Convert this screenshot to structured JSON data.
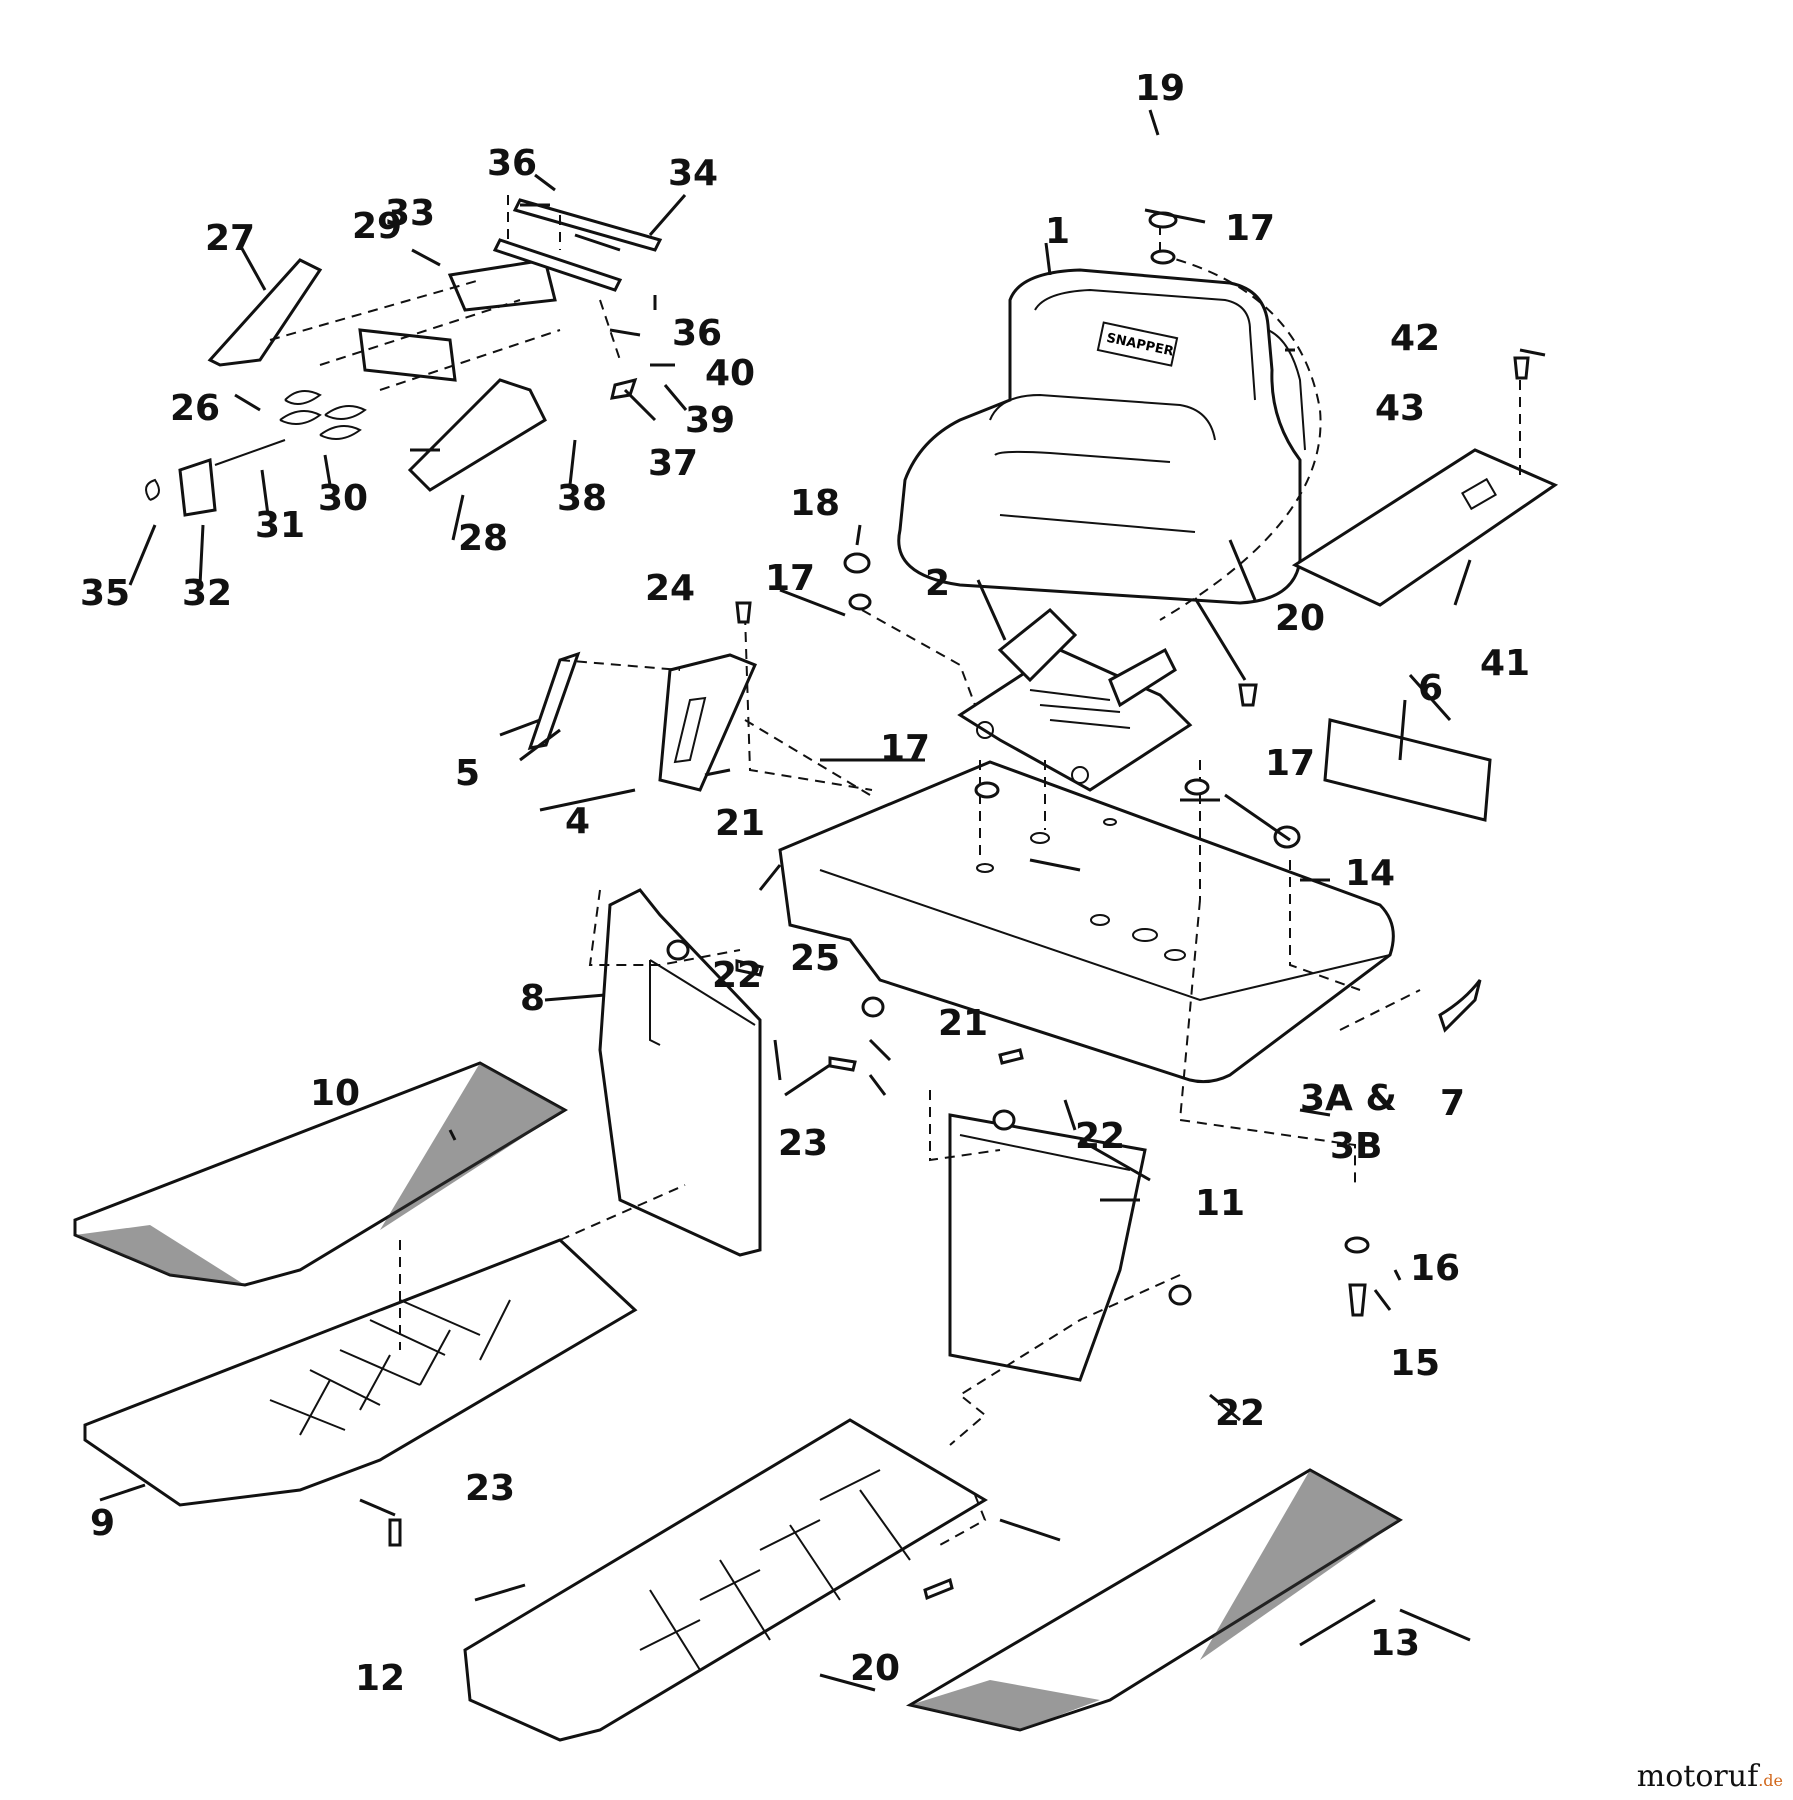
{
  "callouts": [
    "1",
    "2",
    "3A &",
    "3B",
    "4",
    "5",
    "6",
    "7",
    "8",
    "9",
    "10",
    "11",
    "12",
    "13",
    "14",
    "15",
    "16",
    "17",
    "18",
    "19",
    "20",
    "21",
    "22",
    "23",
    "24",
    "25",
    "26",
    "27",
    "28",
    "29",
    "30",
    "31",
    "32",
    "33",
    "34",
    "35",
    "36",
    "37",
    "38",
    "39",
    "40",
    "41",
    "42",
    "43"
  ],
  "seat_brand": "SNAPPER",
  "watermark": {
    "name": "motoruf",
    "suffix": ".de"
  }
}
